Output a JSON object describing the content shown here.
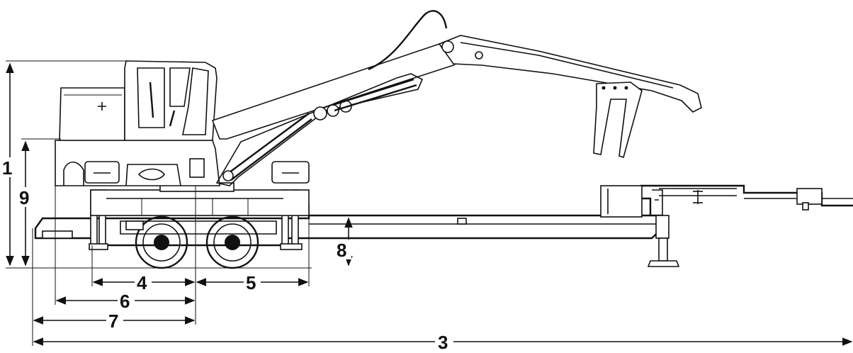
{
  "diagram": {
    "subject": "",
    "dimension_labels": {
      "d1": "1",
      "d3": "3",
      "d4": "4",
      "d5": "5",
      "d6": "6",
      "d7": "7",
      "d8": "8",
      "d9": "9"
    },
    "colors": {
      "line": "#111111",
      "background": "#ffffff"
    }
  }
}
